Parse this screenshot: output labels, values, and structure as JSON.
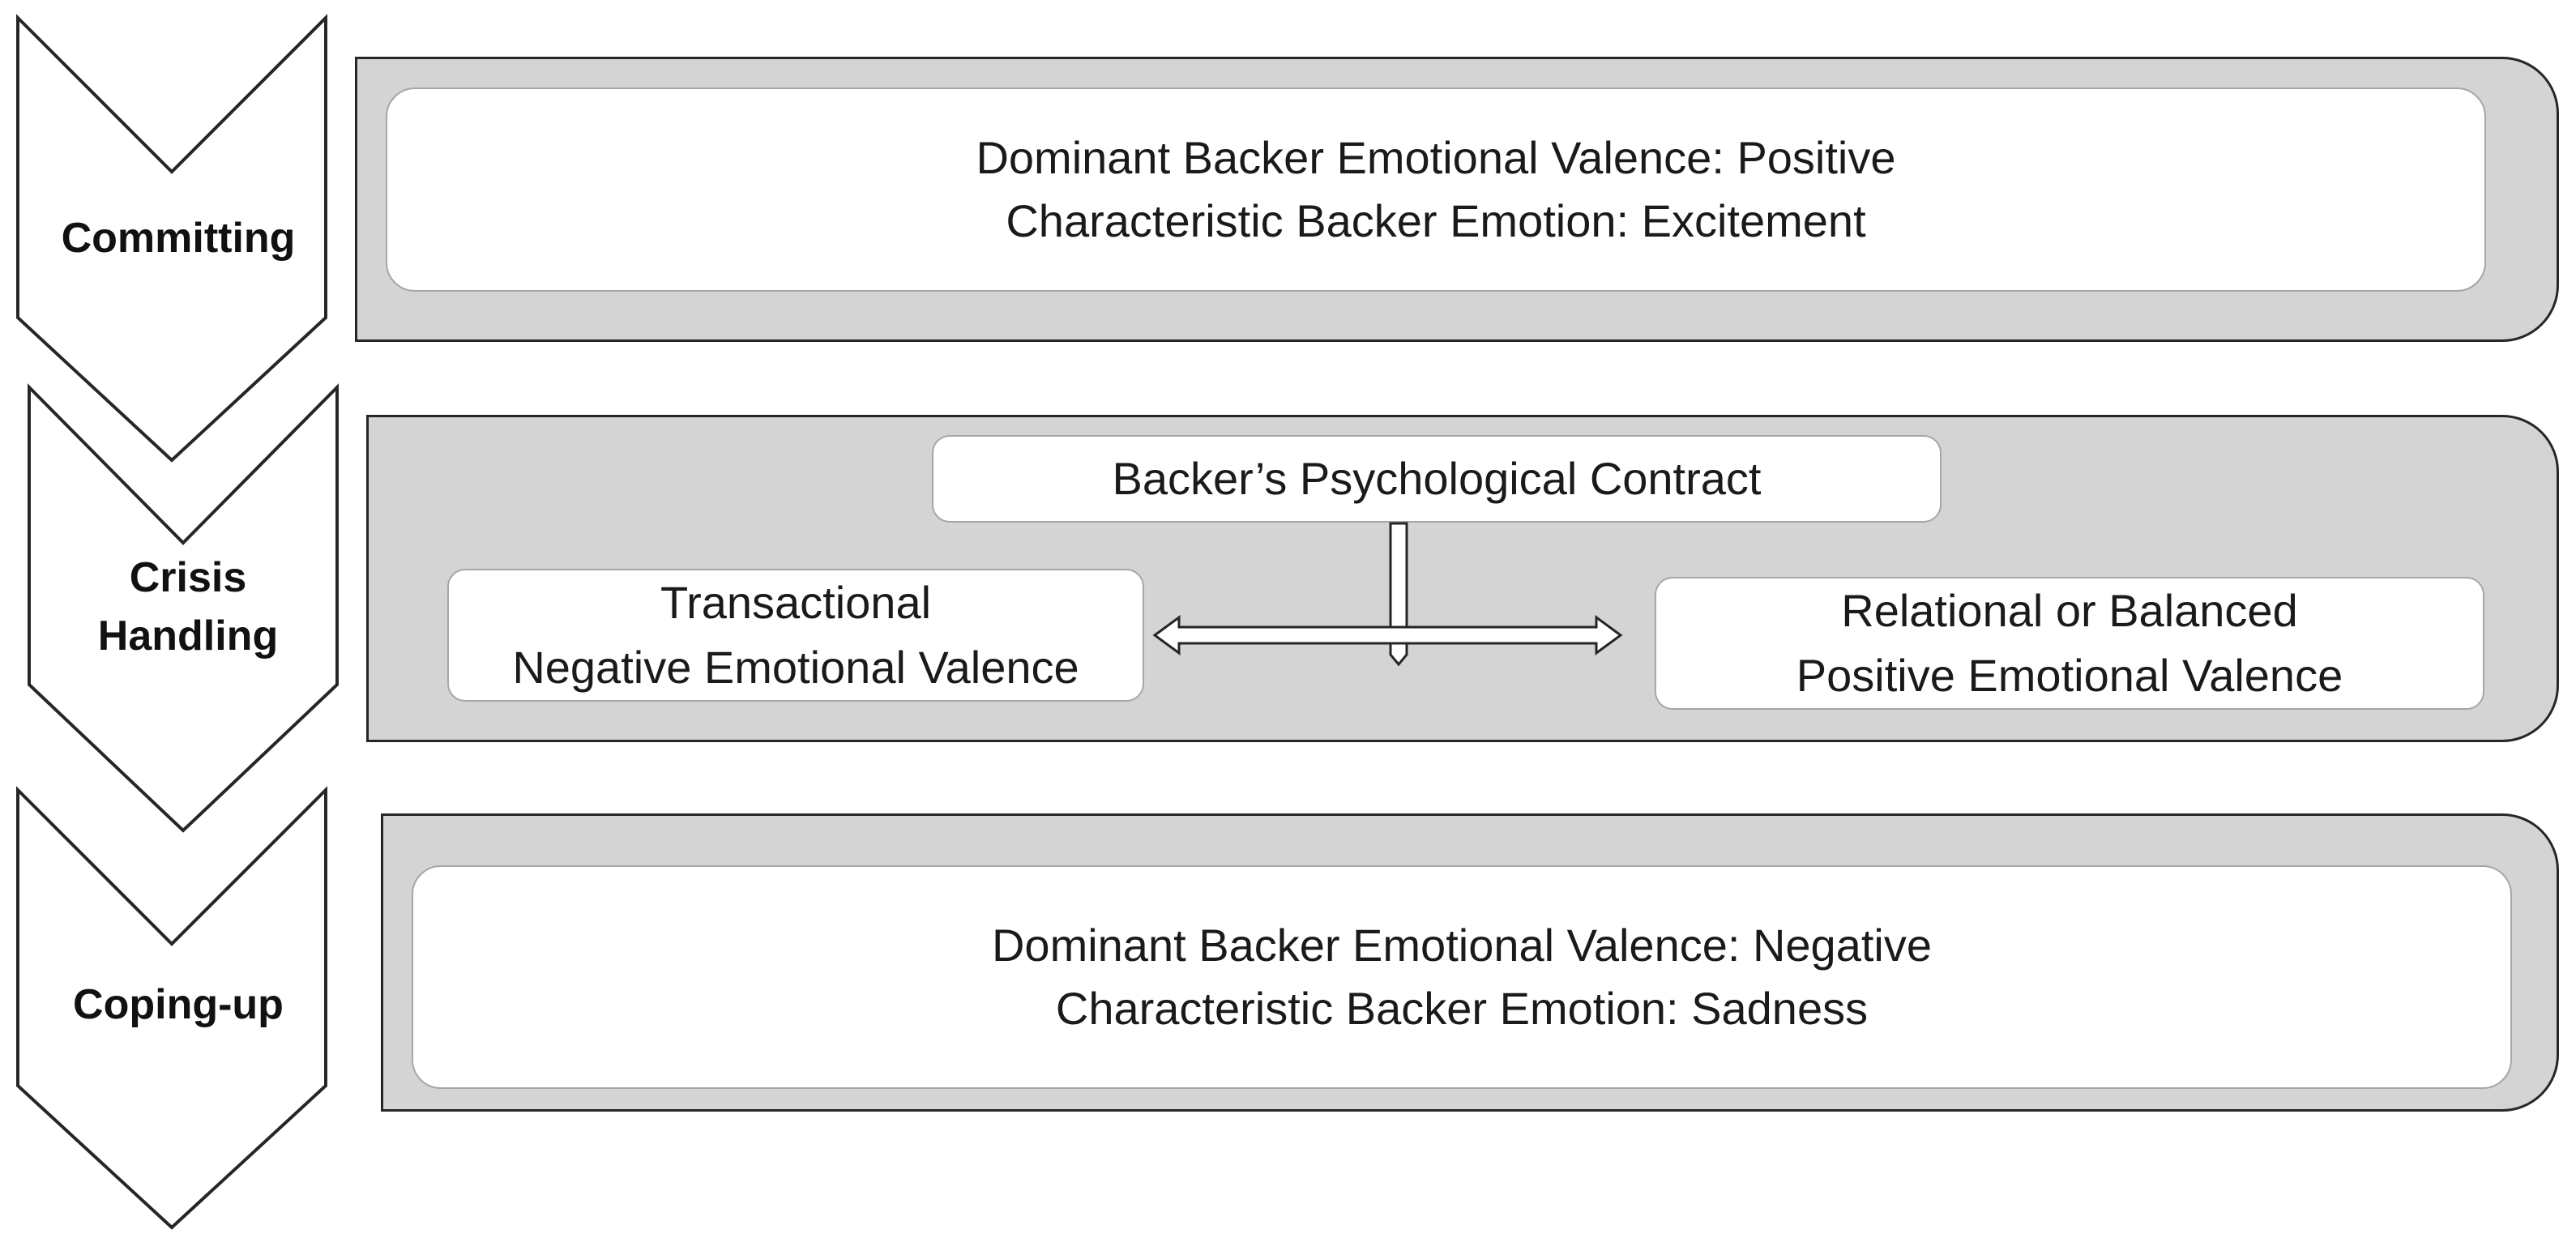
{
  "stages": [
    {
      "label_lines": [
        "Committing"
      ]
    },
    {
      "label_lines": [
        "Crisis",
        "Handling"
      ]
    },
    {
      "label_lines": [
        "Coping-up"
      ]
    }
  ],
  "committing": {
    "line1": "Dominant Backer Emotional Valence: Positive",
    "line2": "Characteristic Backer Emotion: Excitement"
  },
  "crisis": {
    "contract": "Backer’s Psychological Contract",
    "left": {
      "line1": "Transactional",
      "line2": "Negative Emotional Valence"
    },
    "right": {
      "line1": "Relational or Balanced",
      "line2": "Positive Emotional Valence"
    }
  },
  "coping": {
    "line1": "Dominant Backer Emotional Valence: Negative",
    "line2": "Characteristic Backer Emotion: Sadness"
  },
  "colors": {
    "panel_fill": "#d4d4d4",
    "panel_border": "#262626",
    "box_fill": "#ffffff",
    "box_border": "#a6a6a6",
    "chevron_stroke": "#262626"
  }
}
